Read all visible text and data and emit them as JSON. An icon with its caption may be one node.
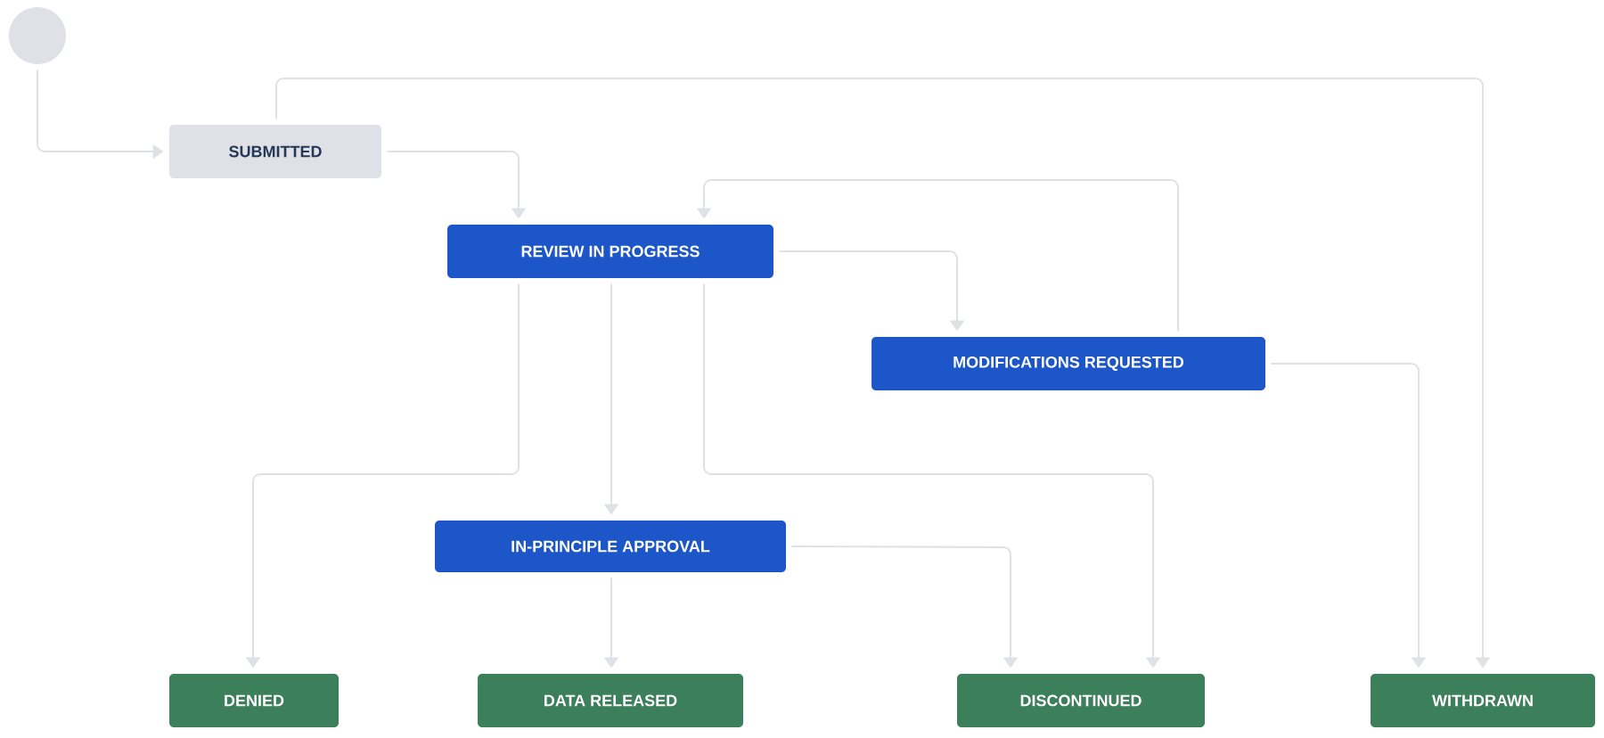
{
  "diagram": {
    "nodes": [
      {
        "text": [],
        "shape": "circle"
      },
      {
        "text": [
          "SUBMITTED"
        ]
      },
      {
        "text": [
          "REVIEW IN PROGRESS"
        ]
      },
      {
        "text": [
          "MODIFICATIONS REQUESTED"
        ]
      },
      {
        "text": [
          "IN-PRINCIPLE APPROVAL"
        ]
      },
      {
        "text": [
          "DENIED"
        ]
      },
      {
        "text": [
          "DATA RELEASED"
        ]
      },
      {
        "text": [
          "DISCONTINUED"
        ]
      },
      {
        "text": [
          "WITHDRAWN"
        ]
      }
    ],
    "edges": [
      {
        "from": 0,
        "to": 1,
        "arrow": "to"
      },
      {
        "from": 1,
        "to": 2,
        "arrow": "to"
      },
      {
        "from": 1,
        "to": 8,
        "arrow": "to"
      },
      {
        "from": 2,
        "to": 3,
        "arrow": "to"
      },
      {
        "from": 3,
        "to": 2,
        "arrow": "to"
      },
      {
        "from": 2,
        "to": 5,
        "arrow": "to"
      },
      {
        "from": 2,
        "to": 4,
        "arrow": "to"
      },
      {
        "from": 2,
        "to": 7,
        "arrow": "to"
      },
      {
        "from": 3,
        "to": 8,
        "arrow": "to"
      },
      {
        "from": 4,
        "to": 6,
        "arrow": "to"
      },
      {
        "from": 4,
        "to": 7,
        "arrow": "to"
      }
    ]
  }
}
